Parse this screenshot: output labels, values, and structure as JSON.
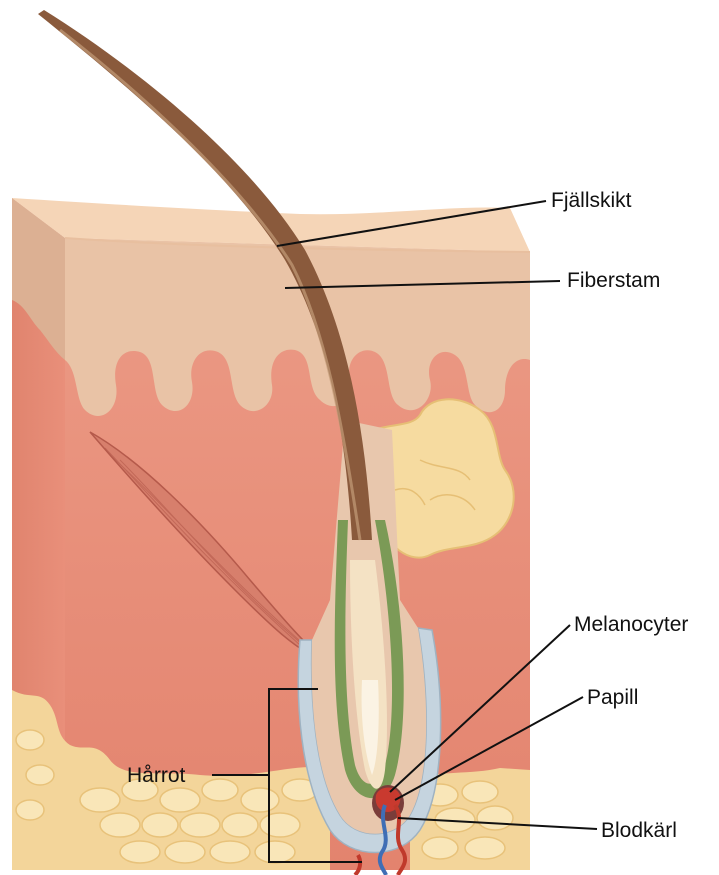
{
  "labels": {
    "fjallskikt": "Fjällskikt",
    "fiberstam": "Fiberstam",
    "melanocyter": "Melanocyter",
    "papill": "Papill",
    "blodkarl": "Blodkärl",
    "harrot": "Hårrot"
  },
  "colors": {
    "skin_top": "#f4d3b4",
    "epidermis": "#e7bfa0",
    "dermis": "#e98a76",
    "fat": "#f5d9a0",
    "fat_cells": "#f8e2ae",
    "muscle": "#d9826f",
    "sebaceous_gland": "#f7dca2",
    "hair_shaft": "#8a5a3c",
    "outer_sheath": "#c6d3de",
    "inner_sheath": "#7c9a57",
    "papilla": "#c0392b",
    "artery": "#c0392b",
    "vein": "#3f6eb5",
    "leader_line": "#111111"
  }
}
